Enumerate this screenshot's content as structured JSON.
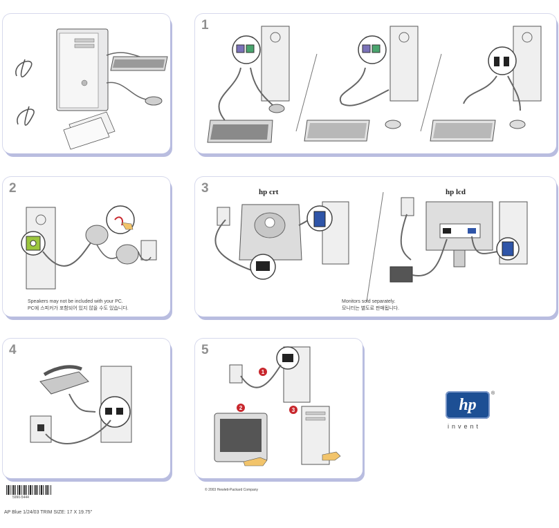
{
  "steps": {
    "one": "1",
    "two": "2",
    "three": "3",
    "four": "4",
    "five": "5"
  },
  "panel2": {
    "caption_en": "Speakers may not be included with your PC.",
    "caption_ko": "PC에 스피커가 포함되어 있지 않을 수도 있습니다."
  },
  "panel3": {
    "label_crt": "hp crt",
    "label_lcd": "hp lcd",
    "caption_en": "Monitors sold separately.",
    "caption_ko": "모니터는 별도로 판매됩니다."
  },
  "panel5": {
    "badges": [
      "1",
      "2",
      "3"
    ]
  },
  "logo": {
    "mark": "hp",
    "reg": "®",
    "tagline": "invent"
  },
  "footer": {
    "copyright": "© 2003 Hewlett-Packard Company",
    "barcode_text": "5990-5444",
    "print_info": "AP Blue     1/24/03   TRIM SIZE:  17 X 19.75\""
  },
  "colors": {
    "panel_shadow": "#b9bde0",
    "keyboard_port": "#7a72b8",
    "mouse_port": "#4aa56e",
    "audio_port": "#9cc63f",
    "vga_port": "#2f55a8",
    "badge": "#c8272d",
    "hp_blue": "#1d4f94",
    "hand": "#f2c46b"
  }
}
